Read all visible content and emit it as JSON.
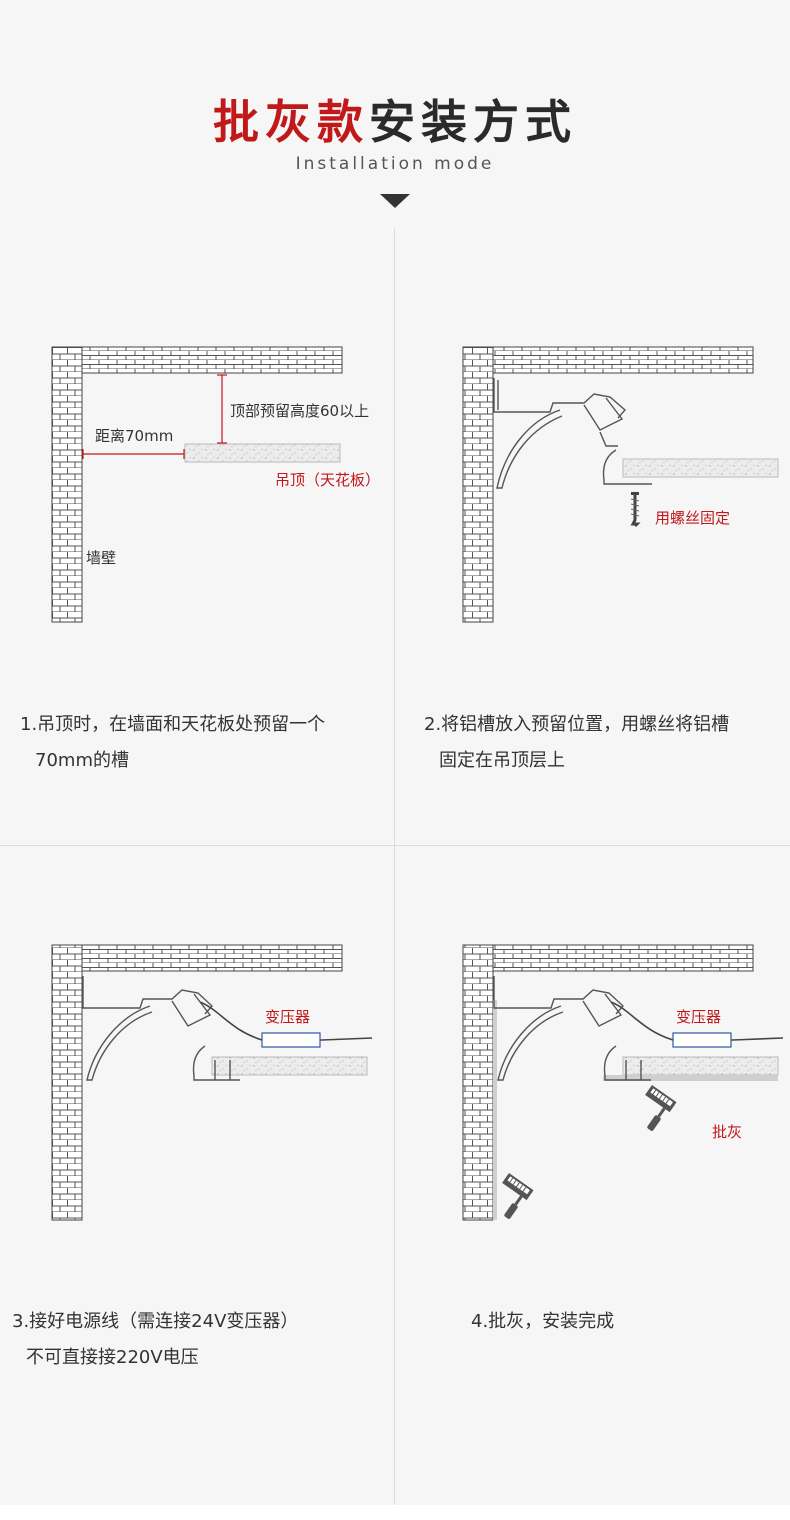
{
  "header": {
    "title_red": "批灰款",
    "title_dark": "安装方式",
    "subtitle": "Installation mode"
  },
  "colors": {
    "accent_red": "#c1181a",
    "text_dark": "#333333",
    "background": "#f6f6f6"
  },
  "steps": [
    {
      "caption_line1": "1.吊顶时，在墙面和天花板处预留一个",
      "caption_line2": "70mm的槽",
      "labels": {
        "height": "顶部预留高度60以上",
        "distance": "距离70mm",
        "ceiling": "吊顶（天花板）",
        "wall": "墙壁"
      }
    },
    {
      "caption_line1": "2.将铝槽放入预留位置，用螺丝将铝槽",
      "caption_line2": "固定在吊顶层上",
      "labels": {
        "screw": "用螺丝固定"
      }
    },
    {
      "caption_line1": "3.接好电源线（需连接24V变压器）",
      "caption_line2": "不可直接接220V电压",
      "labels": {
        "transformer": "变压器"
      }
    },
    {
      "caption_line1": "4.批灰，安装完成",
      "caption_line2": "",
      "labels": {
        "transformer": "变压器",
        "plaster": "批灰"
      }
    }
  ]
}
